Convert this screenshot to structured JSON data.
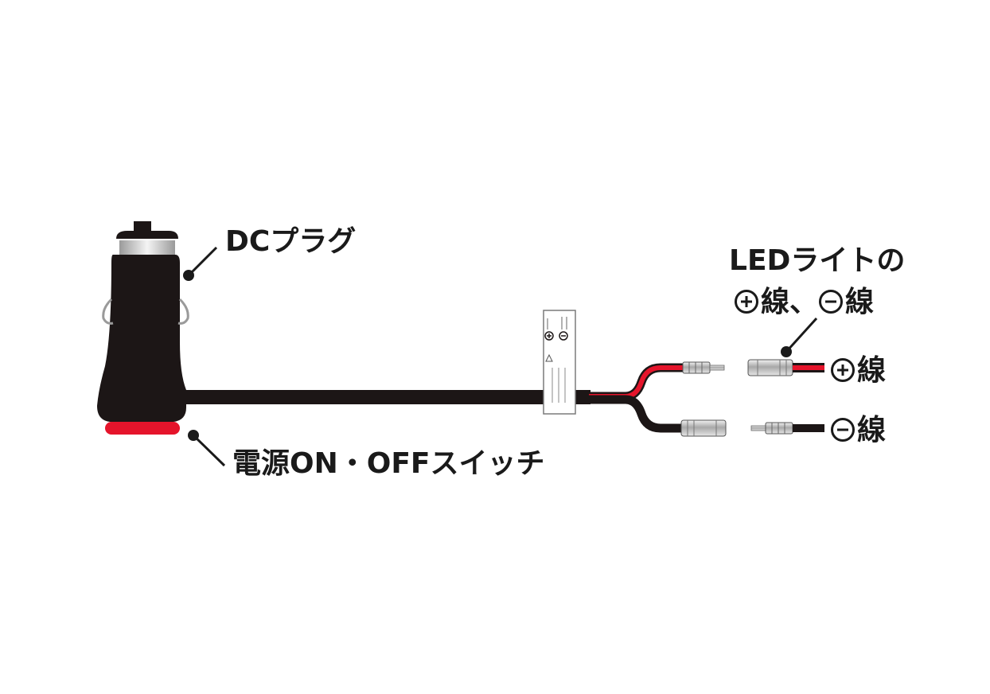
{
  "labels": {
    "dc_plug": "DCプラグ",
    "power_switch": "電源ON・OFFスイッチ",
    "led_line1": "LEDライトの",
    "led_plus_wire": "線、",
    "led_minus_wire": "線",
    "plus_wire": "線",
    "minus_wire": "線"
  },
  "colors": {
    "cable": "#1c1616",
    "red_wire": "#e5142b",
    "switch_red": "#e5142b",
    "metal": "#b9b9b9",
    "text": "#1a1a1a"
  },
  "icons": {
    "plus": "circle-plus-icon",
    "minus": "circle-minus-icon"
  }
}
